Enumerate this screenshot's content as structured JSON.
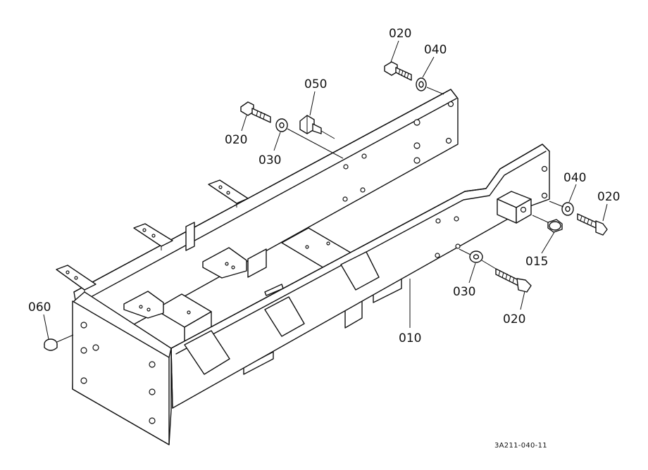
{
  "callouts": {
    "c020_top": "020",
    "c040_top": "040",
    "c050": "050",
    "c020_left": "020",
    "c030_left": "030",
    "c040_right": "040",
    "c020_right": "020",
    "c015": "015",
    "c030_right": "030",
    "c020_bottom": "020",
    "c010": "010",
    "c060": "060"
  },
  "reference_code": "3A211-040-11"
}
